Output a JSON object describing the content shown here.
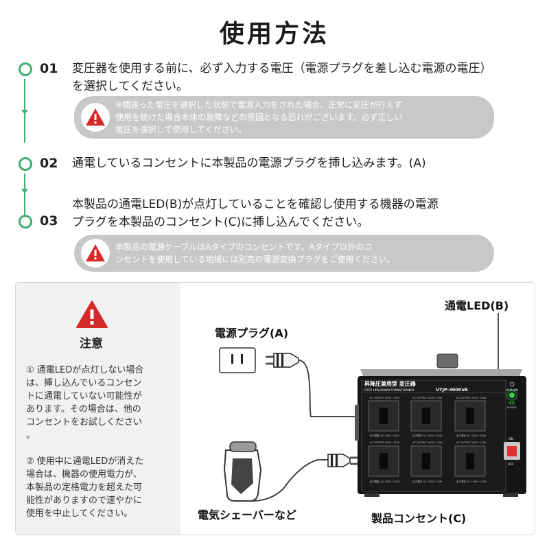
{
  "page": {
    "title": "使用方法"
  },
  "steps": [
    {
      "num": "01",
      "text_line1": "変圧器を使用する前に、必ず入力する電圧（電源プラグを差し込む電源の電圧）",
      "text_line2": "を選択してください。"
    },
    {
      "num": "02",
      "text_line1": "通電しているコンセントに本製品の電源プラグを挿し込みます。(A)"
    },
    {
      "num": "03",
      "text_line1": "本製品の通電LED(B)が点灯していることを確認し使用する機器の電源",
      "text_line2": "プラグを本製品のコンセント(C)に挿し込んでください。"
    }
  ],
  "notes": [
    {
      "line1": "※間違った電圧を選択した状態で電源入力をされた場合、正常に変圧が行えず",
      "line2": "使用を続けた場合本体の故障などの原因となる恐れがございます。必ず正しい",
      "line3": "電圧を選択して使用してください。"
    },
    {
      "line1": "本製品の電源ケーブルはAタイプのコンセントです。Aタイプ以外のコ",
      "line2": "ンセントを使用している地域には別売の電源変換プラグをご使用ください。"
    }
  ],
  "caution": {
    "title": "注意",
    "block1": [
      "① 通電LEDが点灯しない場合",
      "は、挿し込んでいるコンセン",
      "トに通電していない可能性が",
      "あります。その場合は、他の",
      "コンセントをお試しください",
      "。"
    ],
    "block2": [
      "② 使用中に通電LEDが消えた",
      "場合は、機器の使用電力が、",
      "本製品の定格電力を超えた可",
      "能性がありますので速やかに",
      "使用を中止してください。"
    ]
  },
  "diagram": {
    "label_plug": "電源プラグ(A)",
    "label_led": "通電LED(B)",
    "label_outlet": "製品コンセント(C)",
    "label_shaver": "電気シェーバーなど",
    "device": {
      "name_jp": "昇降圧兼用型 変圧器",
      "name_en": "STEP UP&DOWN TRANSFORMER",
      "model": "VTJP-3000VA",
      "brand": "LVYUAN",
      "out_top": "AC OUTPUT 220V~230V",
      "out_mid_jp": "出力電圧 AC 220V~230V",
      "out_mid_en": "AC OUTPUT 100V~110V",
      "out_bot": "出力電圧 AC 100V~110V",
      "led_jp": "電源",
      "led_en": "POWER",
      "sw_on": "ON",
      "sw_off": "OFF"
    }
  },
  "colors": {
    "accent": "#3db070",
    "note_bg": "#c8c8c8",
    "warning_red": "#d42a2a",
    "led_green": "#3ccf4e"
  }
}
